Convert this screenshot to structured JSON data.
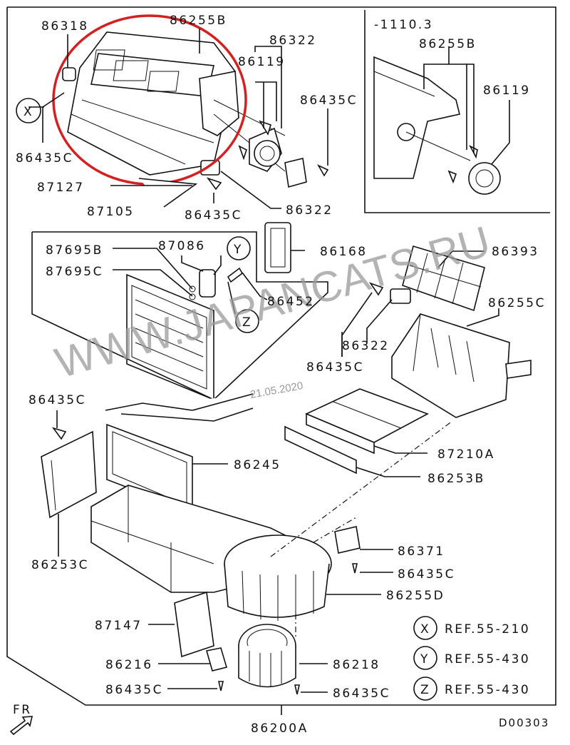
{
  "diagram": {
    "inset_label": "-1110.3",
    "drawing_code": "D00303",
    "direction_marker": "FR",
    "assembly_number": "86200A",
    "highlight_color": "#d42020",
    "watermark": "WWW.JAPANCATS.RU",
    "watermark_date": "21.05.2020"
  },
  "parts": {
    "p86318": "86318",
    "p86255B_top": "86255B",
    "p86322_top": "86322",
    "p86119_top": "86119",
    "p86435C_top_right": "86435C",
    "p86435C_left": "86435C",
    "p87127": "87127",
    "p86435C_mid": "86435C",
    "p86322_mid": "86322",
    "p87105": "87105",
    "p87695B": "87695B",
    "p87695C": "87695C",
    "p87086": "87086",
    "p86452": "86452",
    "p86168": "86168",
    "p86393": "86393",
    "p86255C": "86255C",
    "p86322_right": "86322",
    "p86435C_center": "86435C",
    "p86435C_left2": "86435C",
    "p86245": "86245",
    "p87210A": "87210A",
    "p86253B": "86253B",
    "p86253C": "86253C",
    "p86371": "86371",
    "p86435C_r2": "86435C",
    "p86255D": "86255D",
    "p87147": "87147",
    "p86216": "86216",
    "p86218": "86218",
    "p86435C_bl": "86435C",
    "p86435C_br": "86435C",
    "inset_86255B": "86255B",
    "inset_86119": "86119"
  },
  "refs": [
    {
      "marker": "X",
      "text": "REF.55-210"
    },
    {
      "marker": "Y",
      "text": "REF.55-430"
    },
    {
      "marker": "Z",
      "text": "REF.55-430"
    }
  ],
  "callouts": {
    "x_left": "X",
    "y_mid": "Y",
    "z_mid": "Z"
  }
}
